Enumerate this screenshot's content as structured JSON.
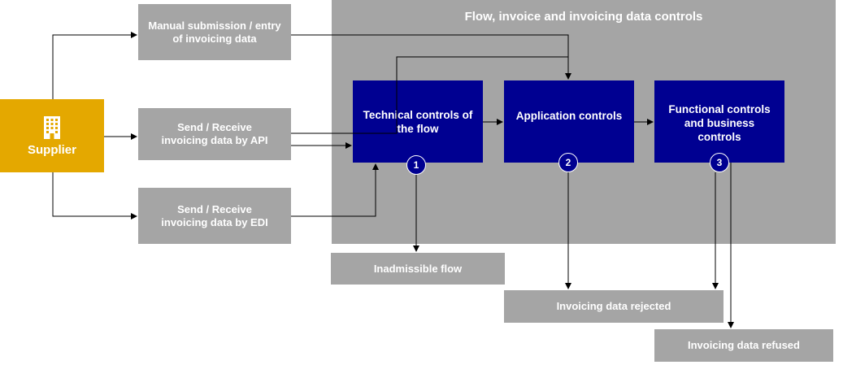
{
  "panel": {
    "title": "Flow, invoice and invoicing data controls"
  },
  "supplier": {
    "label": "Supplier",
    "icon": "building-icon"
  },
  "inputs": {
    "manual": "Manual submission / entry of invoicing data",
    "api": "Send / Receive invoicing data by API",
    "edi": "Send / Receive invoicing data by EDI"
  },
  "controls": [
    {
      "label": "Technical controls of the flow",
      "number": "1"
    },
    {
      "label": "Application controls",
      "number": "2"
    },
    {
      "label": "Functional controls and business controls",
      "number": "3"
    }
  ],
  "outcomes": {
    "inadmissible": "Inadmissible flow",
    "rejected": "Invoicing data rejected",
    "refused": "Invoicing data refused"
  },
  "colors": {
    "supplier": "#e4a800",
    "control_box": "#000091",
    "grey_box": "#a5a5a5",
    "text_on_dark": "#ffffff"
  }
}
